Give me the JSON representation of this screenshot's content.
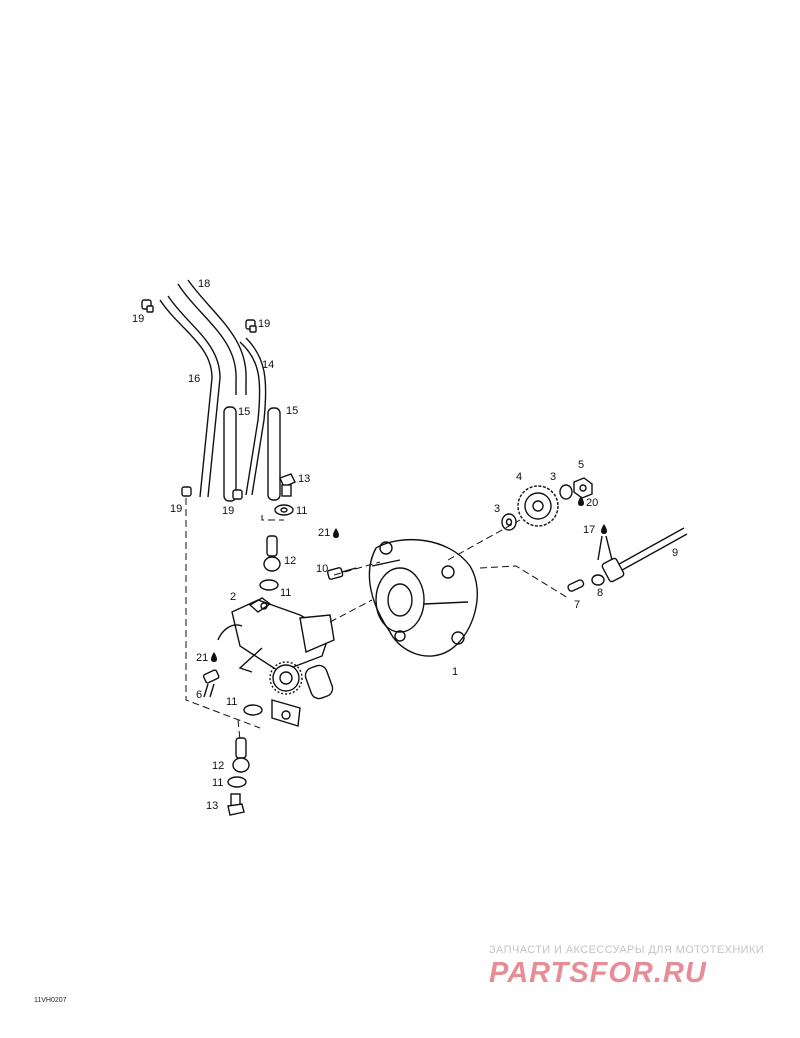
{
  "drawing_code": "11VH0207",
  "watermark": {
    "tagline": "ЗАПЧАСТИ И АКСЕССУАРЫ ДЛЯ МОТОТЕХНИКИ",
    "logo": "PARTSFOR.RU"
  },
  "callouts": {
    "c1": "1",
    "c2": "2",
    "c3a": "3",
    "c3b": "3",
    "c4": "4",
    "c5": "5",
    "c6": "6",
    "c7": "7",
    "c8": "8",
    "c9": "9",
    "c10": "10",
    "c11a": "11",
    "c11b": "11",
    "c11c": "11",
    "c11d": "11",
    "c12a": "12",
    "c12b": "12",
    "c13a": "13",
    "c13b": "13",
    "c14": "14",
    "c15a": "15",
    "c15b": "15",
    "c16": "16",
    "c17": "17",
    "c18": "18",
    "c19a": "19",
    "c19b": "19",
    "c19c": "19",
    "c19d": "19",
    "c20": "20",
    "c21a": "21",
    "c21b": "21",
    "c21c": "21"
  }
}
